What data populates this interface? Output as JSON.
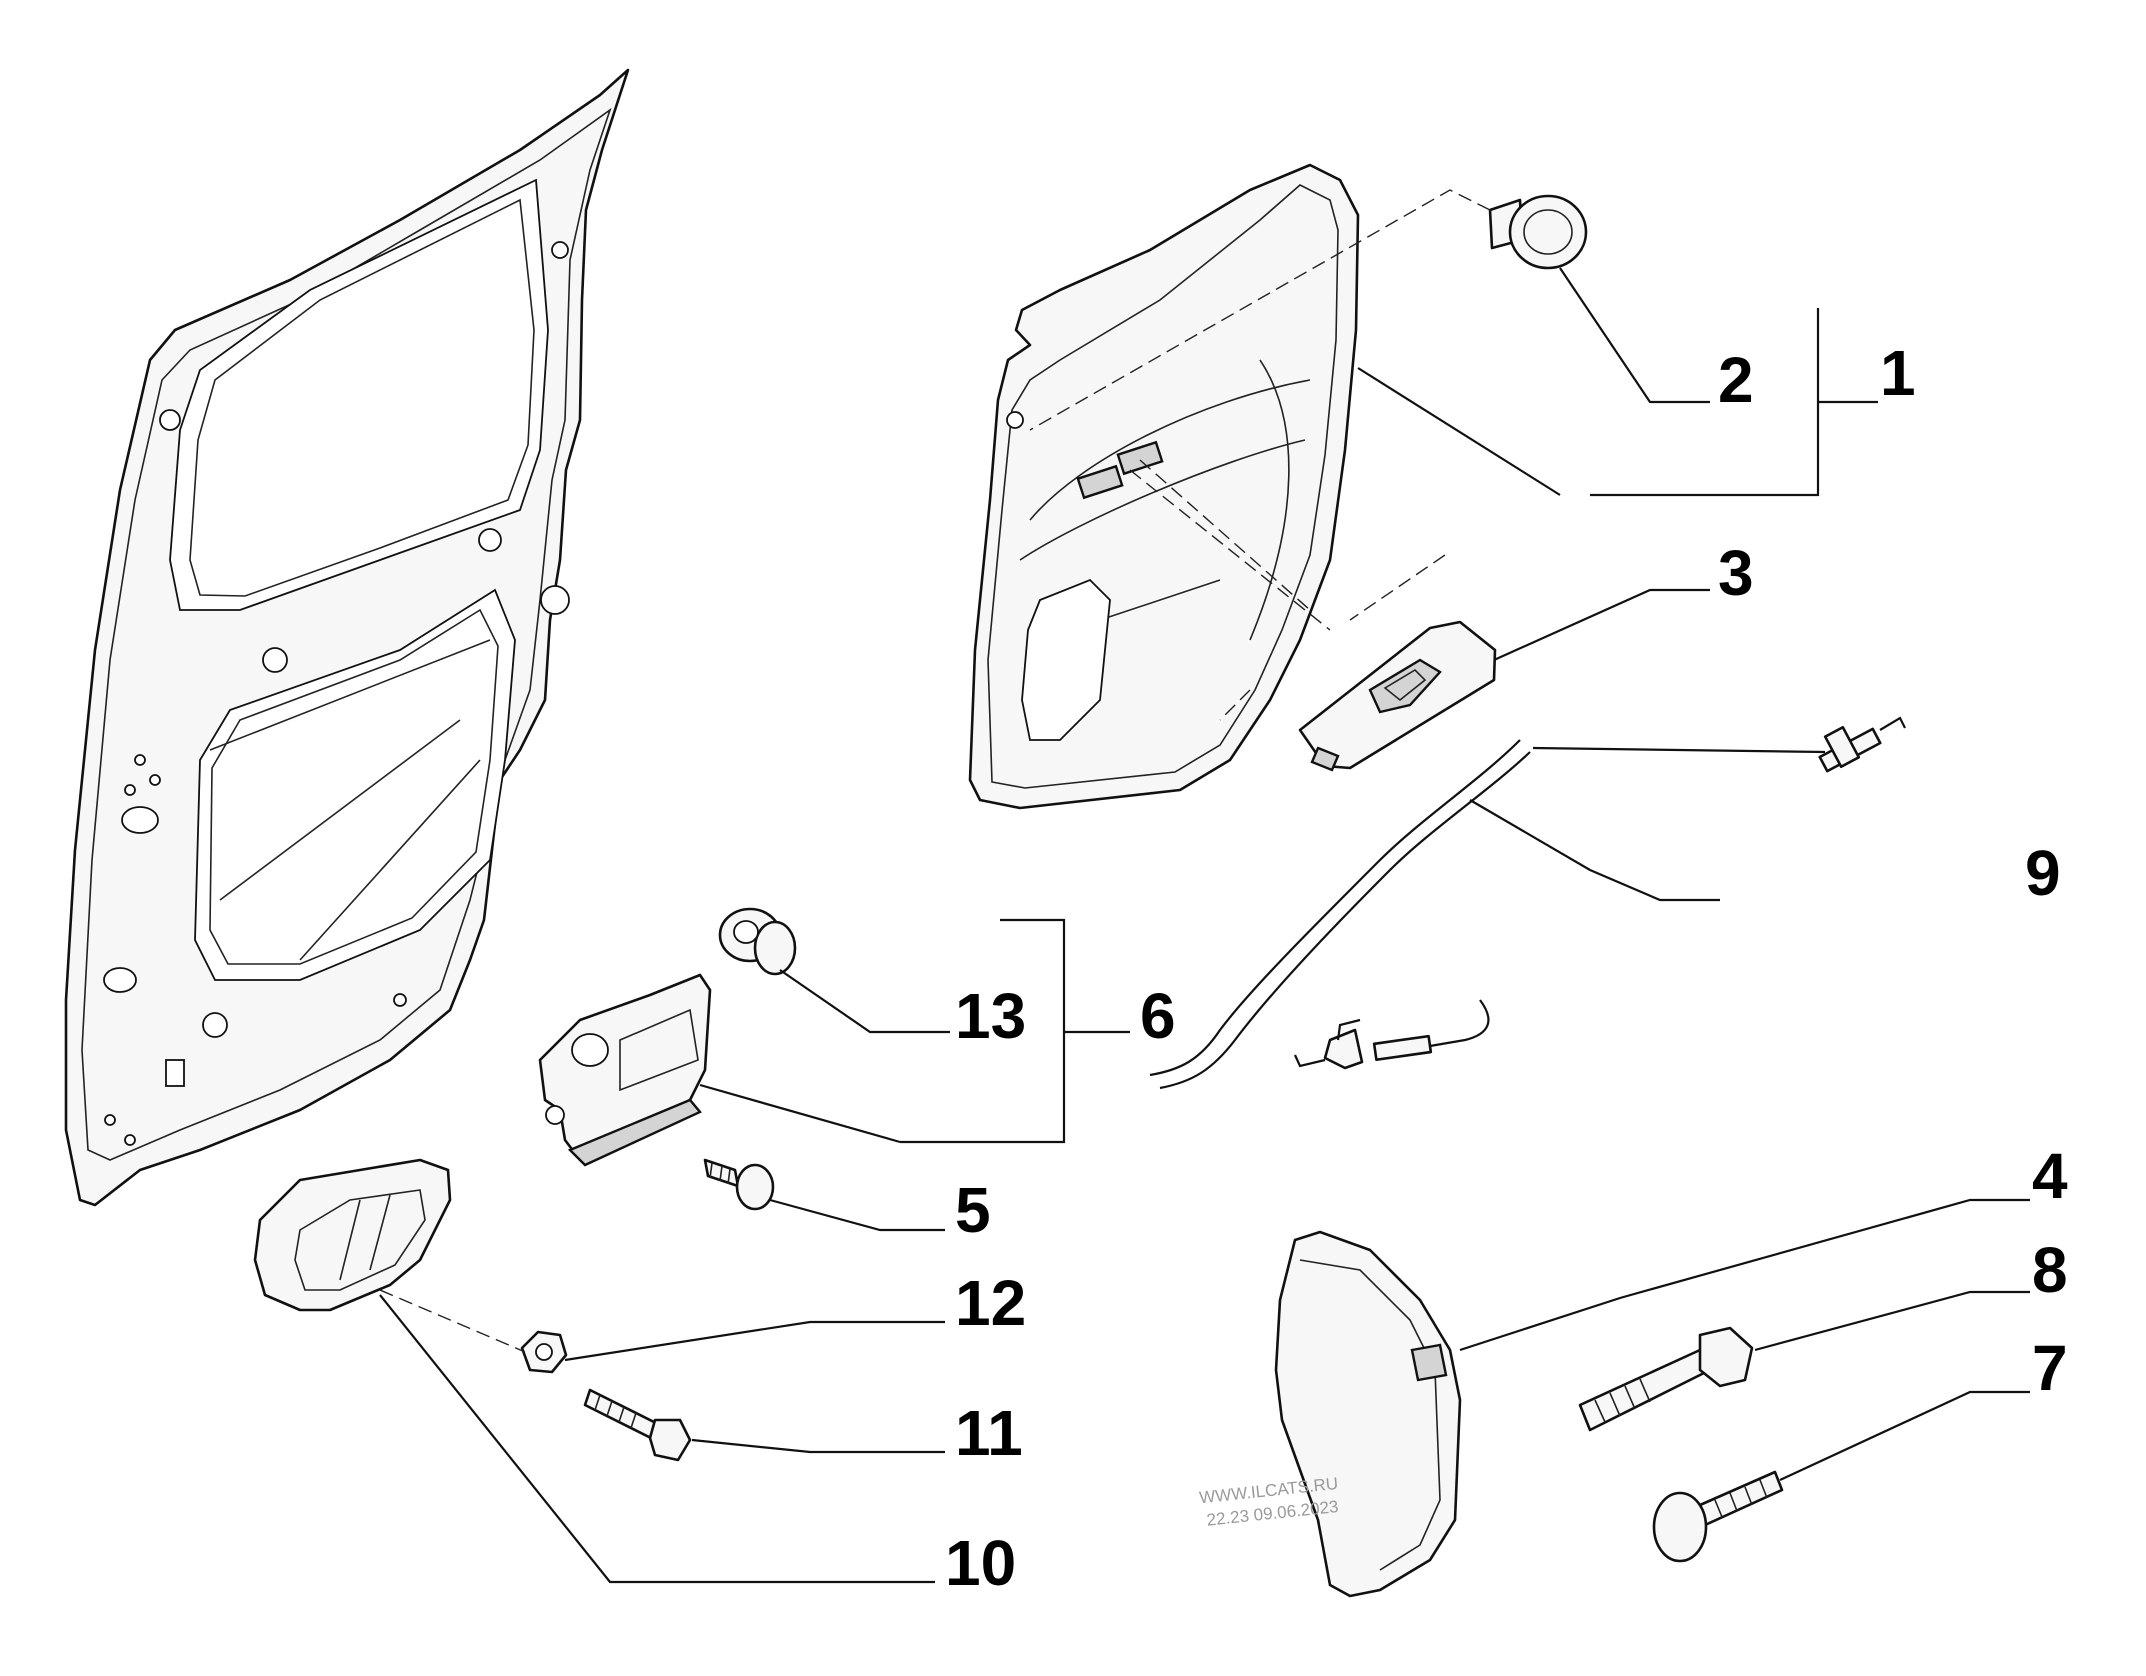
{
  "callouts": [
    {
      "id": "1",
      "label": "1"
    },
    {
      "id": "2",
      "label": "2"
    },
    {
      "id": "3",
      "label": "3"
    },
    {
      "id": "4",
      "label": "4"
    },
    {
      "id": "5",
      "label": "5"
    },
    {
      "id": "6",
      "label": "6"
    },
    {
      "id": "7",
      "label": "7"
    },
    {
      "id": "8",
      "label": "8"
    },
    {
      "id": "9",
      "label": "9"
    },
    {
      "id": "10",
      "label": "10"
    },
    {
      "id": "11",
      "label": "11"
    },
    {
      "id": "12",
      "label": "12"
    },
    {
      "id": "13",
      "label": "13"
    }
  ],
  "watermark": {
    "line1": "WWW.ILCATS.RU",
    "line2": "22.23 09.06.2023"
  },
  "colors": {
    "line": "#111111",
    "fill": "#f7f7f7",
    "background": "#ffffff"
  }
}
